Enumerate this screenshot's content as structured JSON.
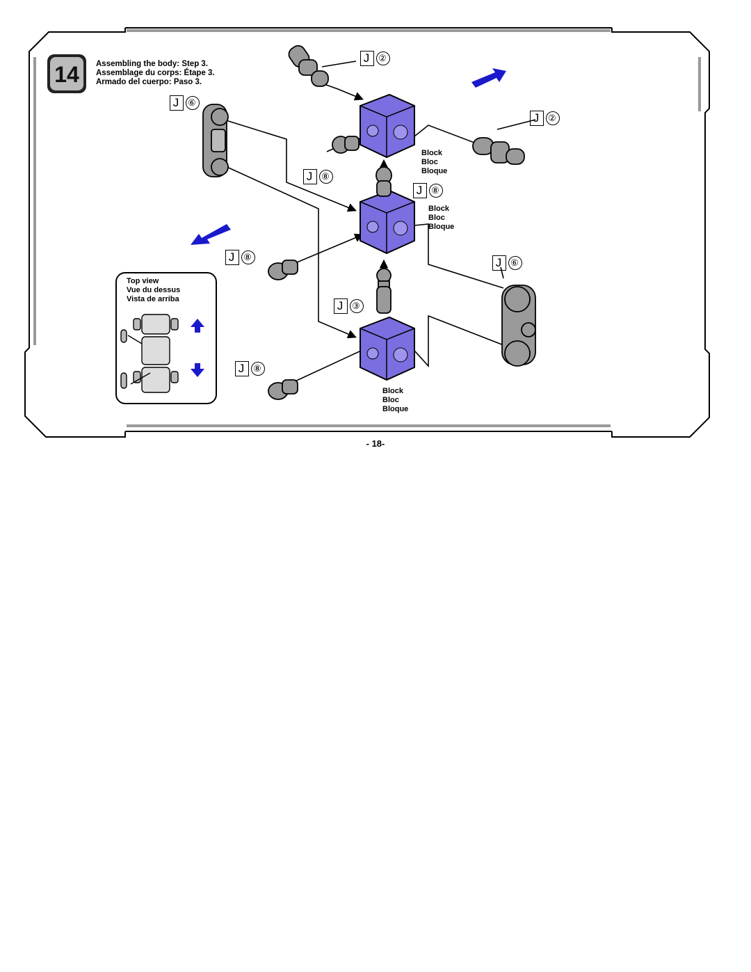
{
  "step_number": "14",
  "instructions": {
    "en": "Assembling the body: Step 3.",
    "fr": "Assemblage du corps: Étape 3.",
    "es": "Armado del cuerpo: Paso 3."
  },
  "parts": {
    "j2_top": {
      "letter": "J",
      "num": "②"
    },
    "j2_right": {
      "letter": "J",
      "num": "②"
    },
    "j6_left": {
      "letter": "J",
      "num": "⑥"
    },
    "j6_right": {
      "letter": "J",
      "num": "⑥"
    },
    "j8_a": {
      "letter": "J",
      "num": "⑧"
    },
    "j8_b": {
      "letter": "J",
      "num": "⑧"
    },
    "j8_c": {
      "letter": "J",
      "num": "⑧"
    },
    "j8_d": {
      "letter": "J",
      "num": "⑧"
    },
    "j3": {
      "letter": "J",
      "num": "③"
    }
  },
  "block_labels": [
    {
      "en": "Block",
      "fr": "Bloc",
      "es": "Bloque"
    },
    {
      "en": "Block",
      "fr": "Bloc",
      "es": "Bloque"
    },
    {
      "en": "Block",
      "fr": "Bloc",
      "es": "Bloque"
    }
  ],
  "top_view": {
    "en": "Top view",
    "fr": "Vue du dessus",
    "es": "Vista de arriba"
  },
  "page_number": "- 18-",
  "colors": {
    "block": "#7b6ee0",
    "arrow": "#1a1acc",
    "part": "#9a9a9a"
  }
}
